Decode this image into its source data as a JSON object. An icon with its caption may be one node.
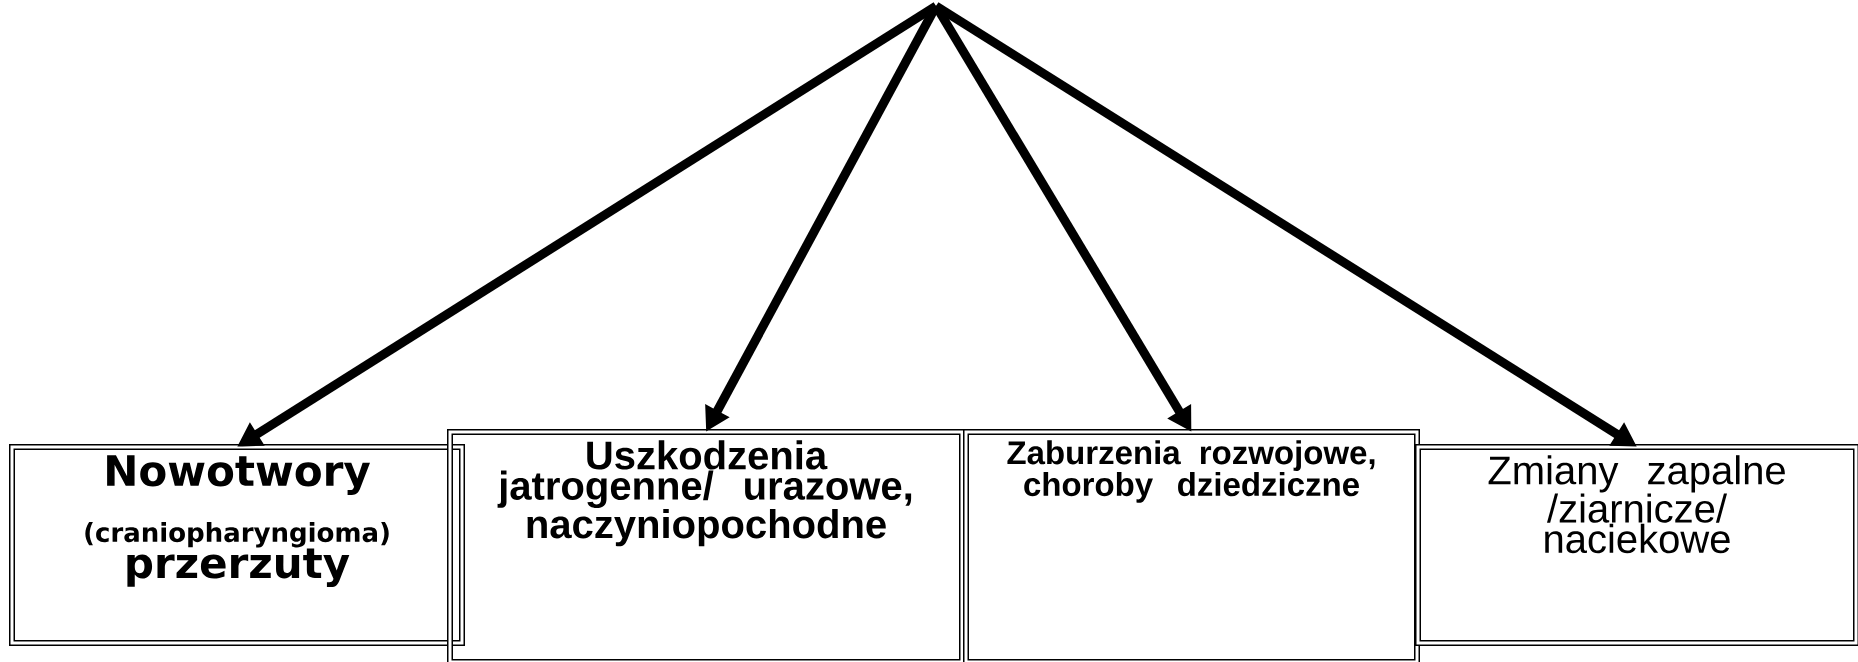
{
  "diagram": {
    "nodes": [
      {
        "text": [
          "Nowotwory",
          "(craniopharyngioma)",
          "przerzuty"
        ]
      },
      {
        "text": [
          "Uszkodzenia jatrogenne/ urazowe, naczyniopochodne"
        ]
      },
      {
        "text": [
          "Zaburzenia rozwojowe, choroby dziedziczne"
        ]
      },
      {
        "text": [
          "Zmiany zapalne /ziarnicze/ naciekowe"
        ]
      }
    ],
    "edges": [
      {
        "from": null,
        "to": 0,
        "arrow": "to"
      },
      {
        "from": null,
        "to": 1,
        "arrow": "to"
      },
      {
        "from": null,
        "to": 2,
        "arrow": "to"
      },
      {
        "from": null,
        "to": 3,
        "arrow": "to"
      }
    ]
  }
}
